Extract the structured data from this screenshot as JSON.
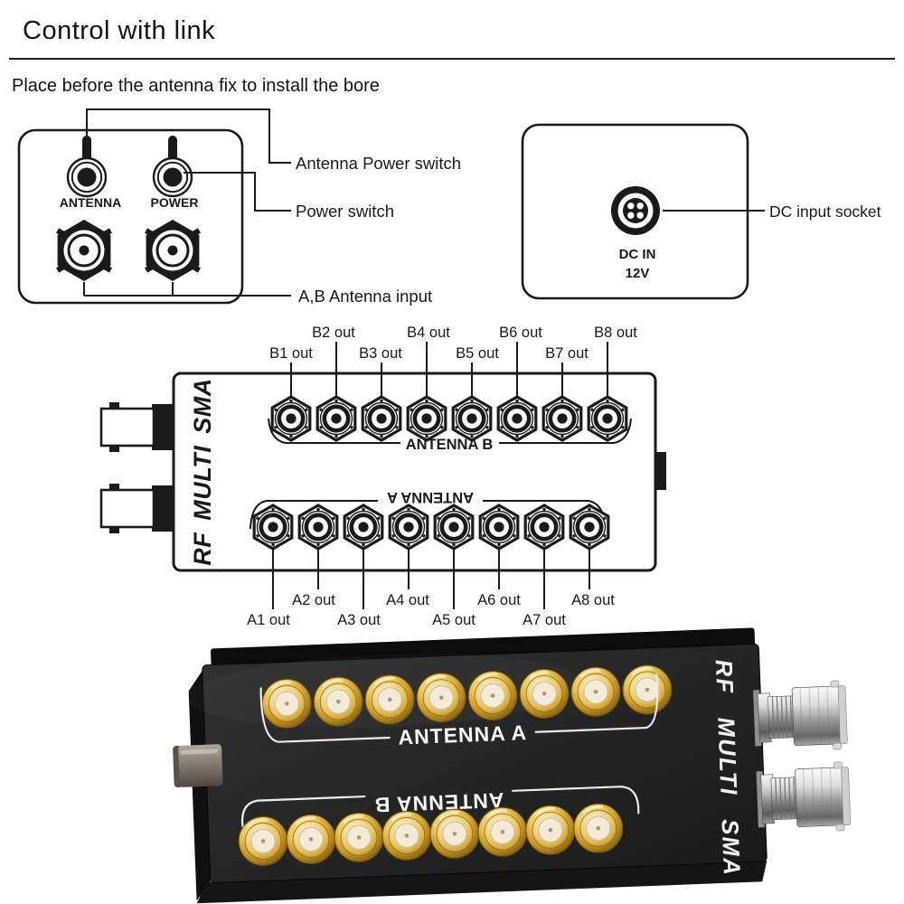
{
  "header": {
    "title": "Control with link",
    "subtitle": "Place before the antenna fix to install the bore"
  },
  "front_panel_diagram": {
    "antenna_switch_label": "ANTENNA",
    "power_switch_label": "POWER",
    "callouts": {
      "antenna_power": "Antenna Power switch",
      "power": "Power switch",
      "antenna_input": "A,B Antenna input"
    }
  },
  "dc_panel_diagram": {
    "socket_line1": "DC IN",
    "socket_line2": "12V",
    "callout": "DC input socket"
  },
  "top_view_diagram": {
    "side_label": "RF MULTI SMA",
    "antenna_b_group_label": "ANTENNA B",
    "antenna_a_group_label": "ANTENNA A",
    "b_port_labels": [
      "B1 out",
      "B2 out",
      "B3 out",
      "B4 out",
      "B5 out",
      "B6 out",
      "B7 out",
      "B8 out"
    ],
    "a_port_labels": [
      "A1 out",
      "A2 out",
      "A3 out",
      "A4 out",
      "A5 out",
      "A6 out",
      "A7 out",
      "A8 out"
    ]
  },
  "product_photo": {
    "antenna_a_label": "ANTENNA A",
    "antenna_b_label": "ANTENNA B",
    "side_label": "RF MULTI SMA",
    "colors": {
      "body": "#232323",
      "gold": "#d9ab3f",
      "gold_center": "#f3ebd7",
      "chrome": "#c9c9c9",
      "label_text": "#ffffff"
    }
  },
  "diagram_colors": {
    "line": "#1a1a1a",
    "background": "#ffffff"
  }
}
